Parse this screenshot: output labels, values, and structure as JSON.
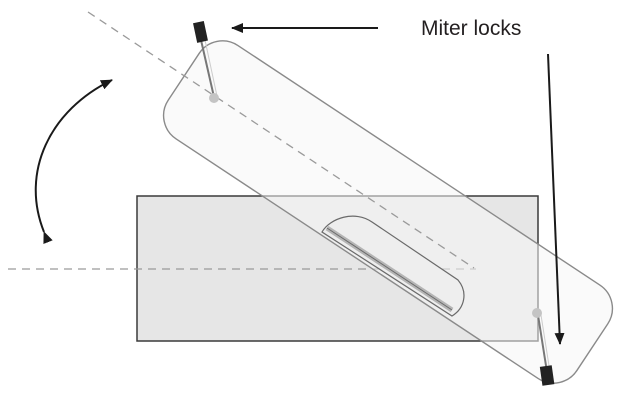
{
  "diagram": {
    "label": "Miter locks",
    "colors": {
      "table": "#e6e6e6",
      "table_stroke": "#3a3a3a",
      "plate": "#f6f6f6",
      "plate_stroke": "#8a8a8a",
      "dashed_line": "#9a9a9a",
      "arrow": "#1a1a1a",
      "blade": "#b5b5b5",
      "lock_handle": "#222222",
      "pivot": "#c4c4c4"
    },
    "elements": {
      "table": "rectangle-base",
      "rotating_plate": "rounded-rotating-plate",
      "rotation_arrow": "double-headed-curved-arrow",
      "miter_lock_top": "lock-lever-icon",
      "miter_lock_bottom": "lock-lever-icon"
    }
  }
}
